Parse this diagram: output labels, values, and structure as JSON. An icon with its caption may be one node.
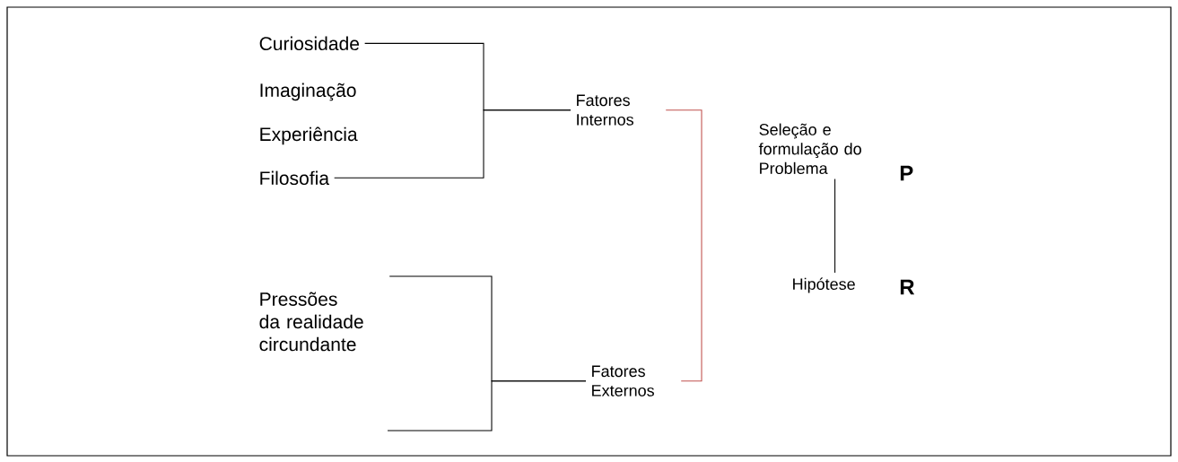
{
  "diagram": {
    "nodes": [
      {
        "text": [
          "Curiosidade"
        ]
      },
      {
        "text": [
          "Imaginação"
        ]
      },
      {
        "text": [
          "Experiência"
        ]
      },
      {
        "text": [
          "Filosofia"
        ]
      },
      {
        "text": [
          "Fatores Internos"
        ]
      },
      {
        "text": [
          "Pressões da realidade circundante"
        ]
      },
      {
        "text": [
          "Fatores Externos"
        ]
      },
      {
        "text": [
          "Seleção e formulação do Problema"
        ],
        "beside": [
          "P"
        ]
      },
      {
        "text": [
          "Hipótese"
        ],
        "beside": [
          "R"
        ]
      }
    ],
    "edges": [
      {
        "from": 0,
        "to": 4,
        "arrow": "none"
      },
      {
        "from": 3,
        "to": 4,
        "arrow": "none"
      },
      {
        "from": 5,
        "to": 6,
        "arrow": "none"
      },
      {
        "from": null,
        "to": 6,
        "arrow": "none"
      },
      {
        "from": 4,
        "to": 6,
        "arrow": "none",
        "color": "#c0504d"
      },
      {
        "from": 7,
        "to": 8,
        "arrow": "none"
      }
    ]
  }
}
